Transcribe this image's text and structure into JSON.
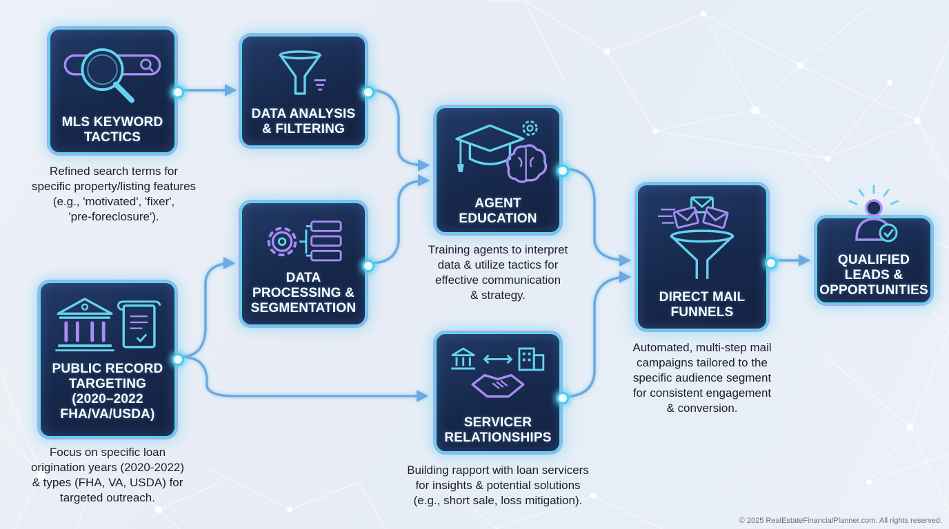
{
  "nodes": {
    "mls": {
      "title": "MLS KEYWORD\nTACTICS",
      "description": "Refined search terms for\nspecific property/listing features\n(e.g., 'motivated', 'fixer',\n'pre-foreclosure').",
      "icon": "search-magnifier-icon"
    },
    "data_analysis": {
      "title": "DATA ANALYSIS\n& FILTERING",
      "icon": "funnel-filter-icon"
    },
    "public_record": {
      "title": "PUBLIC RECORD\nTARGETING\n(2020–2022\nFHA/VA/USDA)",
      "description": "Focus on specific loan\norigination years (2020-2022)\n& types (FHA, VA, USDA) for\ntargeted outreach.",
      "icon": "government-building-document-icon"
    },
    "data_processing": {
      "title": "DATA\nPROCESSING &\nSEGMENTATION",
      "icon": "gear-flowchart-icon"
    },
    "agent_education": {
      "title": "AGENT\nEDUCATION",
      "description": "Training agents to interpret\ndata & utilize tactics for\neffective communication\n& strategy.",
      "icon": "graduation-cap-brain-icon"
    },
    "servicer": {
      "title": "SERVICER\nRELATIONSHIPS",
      "description": "Building rapport with loan servicers\nfor insights & potential solutions\n(e.g., short sale, loss mitigation).",
      "icon": "handshake-bank-icon"
    },
    "direct_mail": {
      "title": "DIRECT MAIL\nFUNNELS",
      "description": "Automated, multi-step mail\ncampaigns tailored to the\nspecific audience segment\nfor consistent engagement\n& conversion.",
      "icon": "envelope-funnel-icon"
    },
    "qualified": {
      "title": "QUALIFIED\nLEADS &\nOPPORTUNITIES",
      "icon": "person-checkmark-icon"
    }
  },
  "connections": [
    {
      "from": "MLS KEYWORD TACTICS",
      "to": "DATA ANALYSIS & FILTERING"
    },
    {
      "from": "DATA ANALYSIS & FILTERING",
      "to": "AGENT EDUCATION"
    },
    {
      "from": "PUBLIC RECORD TARGETING",
      "to": "DATA PROCESSING & SEGMENTATION"
    },
    {
      "from": "PUBLIC RECORD TARGETING",
      "to": "SERVICER RELATIONSHIPS"
    },
    {
      "from": "DATA PROCESSING & SEGMENTATION",
      "to": "AGENT EDUCATION"
    },
    {
      "from": "AGENT EDUCATION",
      "to": "DIRECT MAIL FUNNELS"
    },
    {
      "from": "SERVICER RELATIONSHIPS",
      "to": "DIRECT MAIL FUNNELS"
    },
    {
      "from": "DIRECT MAIL FUNNELS",
      "to": "QUALIFIED LEADS & OPPORTUNITIES"
    }
  ],
  "colors": {
    "node_fill": "#1b2f57",
    "node_border": "#5fd4e8",
    "node_glow_purple": "#9a78f0",
    "icon_cyan": "#63d3ee",
    "icon_purple": "#a98cf5",
    "arrow": "#6fa8e0"
  },
  "footer": {
    "copyright": "© 2025 RealEstateFinancialPlanner.com. All rights reserved."
  }
}
